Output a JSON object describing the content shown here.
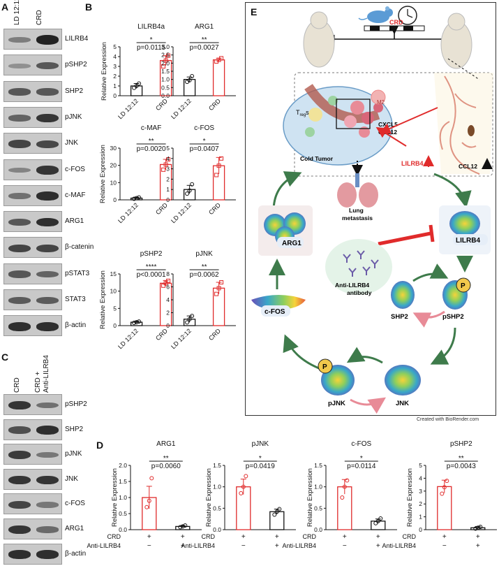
{
  "panel_labels": {
    "a": "A",
    "b": "B",
    "c": "C",
    "d": "D",
    "e": "E"
  },
  "panel_a": {
    "lanes": [
      "LD 12:12",
      "CRD"
    ],
    "blots": [
      {
        "label": "LILRB4",
        "lane1": 0.25,
        "lane2": 0.95
      },
      {
        "label": "pSHP2",
        "lane1": 0.1,
        "lane2": 0.55
      },
      {
        "label": "SHP2",
        "lane1": 0.55,
        "lane2": 0.55
      },
      {
        "label": "pJNK",
        "lane1": 0.45,
        "lane2": 0.8
      },
      {
        "label": "JNK",
        "lane1": 0.7,
        "lane2": 0.65
      },
      {
        "label": "c-FOS",
        "lane1": 0.2,
        "lane2": 0.8
      },
      {
        "label": "c-MAF",
        "lane1": 0.35,
        "lane2": 0.85
      },
      {
        "label": "ARG1",
        "lane1": 0.55,
        "lane2": 0.85
      },
      {
        "label": "β-catenin",
        "lane1": 0.7,
        "lane2": 0.7
      },
      {
        "label": "pSTAT3",
        "lane1": 0.55,
        "lane2": 0.45
      },
      {
        "label": "STAT3",
        "lane1": 0.5,
        "lane2": 0.5
      },
      {
        "label": "β-actin",
        "lane1": 0.85,
        "lane2": 0.85
      }
    ]
  },
  "panel_c": {
    "lanes": [
      "CRD",
      "CRD +",
      "Anti-LILRB4"
    ],
    "blots": [
      {
        "label": "pSHP2",
        "lane1": 0.8,
        "lane2": 0.35
      },
      {
        "label": "SHP2",
        "lane1": 0.6,
        "lane2": 0.85
      },
      {
        "label": "pJNK",
        "lane1": 0.75,
        "lane2": 0.3
      },
      {
        "label": "JNK",
        "lane1": 0.8,
        "lane2": 0.8
      },
      {
        "label": "c-FOS",
        "lane1": 0.7,
        "lane2": 0.3
      },
      {
        "label": "ARG1",
        "lane1": 0.8,
        "lane2": 0.4
      },
      {
        "label": "β-actin",
        "lane1": 0.85,
        "lane2": 0.85
      }
    ]
  },
  "axis": {
    "ylabel": "Relative Expression"
  },
  "chart_data": [
    {
      "type": "bar",
      "title": "LILRB4a",
      "categories": [
        "LD 12:12",
        "CRD"
      ],
      "values": [
        1.0,
        3.6
      ],
      "errors": [
        0.25,
        0.5
      ],
      "points": [
        [
          0.8,
          1.0,
          1.25
        ],
        [
          3.0,
          3.6,
          4.1
        ]
      ],
      "ylim": [
        0,
        5
      ],
      "yticks": [
        0,
        1,
        2,
        3,
        4,
        5
      ],
      "ylabel": "Relative Expression",
      "stars": "*",
      "pvalue": "p=0.0115"
    },
    {
      "type": "bar",
      "title": "ARG1",
      "categories": [
        "LD 12:12",
        "CRD"
      ],
      "values": [
        1.0,
        2.2
      ],
      "errors": [
        0.15,
        0.1
      ],
      "points": [
        [
          0.85,
          0.95,
          1.2
        ],
        [
          2.1,
          2.2,
          2.3
        ]
      ],
      "ylim": [
        0,
        3
      ],
      "yticks": [
        0,
        0.5,
        1.0,
        1.5,
        2.0,
        2.5,
        3.0
      ],
      "ylabel": "",
      "stars": "**",
      "pvalue": "p=0.0027"
    },
    {
      "type": "bar",
      "title": "c-MAF",
      "categories": [
        "LD 12:12",
        "CRD"
      ],
      "values": [
        1.0,
        20.5
      ],
      "errors": [
        0.5,
        3.0
      ],
      "points": [
        [
          0.6,
          1.0,
          1.4
        ],
        [
          17.5,
          20.5,
          23.5
        ]
      ],
      "ylim": [
        0,
        30
      ],
      "yticks": [
        0,
        10,
        20,
        30
      ],
      "ylabel": "Relative Expression",
      "stars": "**",
      "pvalue": "p=0.0020"
    },
    {
      "type": "bar",
      "title": "c-FOS",
      "categories": [
        "LD 12:12",
        "CRD"
      ],
      "values": [
        1.0,
        3.3
      ],
      "errors": [
        0.4,
        0.8
      ],
      "points": [
        [
          0.6,
          0.9,
          1.5
        ],
        [
          2.4,
          3.3,
          4.0
        ]
      ],
      "ylim": [
        0,
        5
      ],
      "yticks": [
        0,
        1,
        2,
        3,
        4,
        5
      ],
      "ylabel": "",
      "stars": "*",
      "pvalue": "p=0.0407"
    },
    {
      "type": "bar",
      "title": "pSHP2",
      "categories": [
        "LD 12:12",
        "CRD"
      ],
      "values": [
        1.0,
        12.3
      ],
      "errors": [
        0.3,
        0.8
      ],
      "points": [
        [
          0.8,
          1.0,
          1.2
        ],
        [
          11.6,
          12.3,
          13.0
        ]
      ],
      "ylim": [
        0,
        15
      ],
      "yticks": [
        0,
        5,
        10,
        15
      ],
      "ylabel": "Relative Expression",
      "stars": "****",
      "pvalue": "p<0.0001"
    },
    {
      "type": "bar",
      "title": "pJNK",
      "categories": [
        "LD 12:12",
        "CRD"
      ],
      "values": [
        1.0,
        5.8
      ],
      "errors": [
        0.5,
        0.9
      ],
      "points": [
        [
          0.5,
          1.0,
          1.5
        ],
        [
          4.9,
          5.8,
          6.7
        ]
      ],
      "ylim": [
        0,
        8
      ],
      "yticks": [
        0,
        2,
        4,
        6,
        8
      ],
      "ylabel": "",
      "stars": "**",
      "pvalue": "p=0.0062"
    },
    {
      "type": "bar",
      "title": "ARG1",
      "categories": [
        "+ −",
        "+ +"
      ],
      "values": [
        1.0,
        0.1
      ],
      "errors": [
        0.35,
        0.03
      ],
      "points": [
        [
          0.7,
          0.9,
          1.6
        ],
        [
          0.08,
          0.1,
          0.13
        ]
      ],
      "ylim": [
        0,
        2.0
      ],
      "yticks": [
        0,
        0.5,
        1.0,
        1.5,
        2.0
      ],
      "ylabel": "Relative Expression",
      "stars": "**",
      "pvalue": "p=0.0060"
    },
    {
      "type": "bar",
      "title": "pJNK",
      "categories": [
        "+ −",
        "+ +"
      ],
      "values": [
        1.0,
        0.42
      ],
      "errors": [
        0.18,
        0.06
      ],
      "points": [
        [
          0.85,
          1.0,
          1.25
        ],
        [
          0.35,
          0.42,
          0.48
        ]
      ],
      "ylim": [
        0,
        1.5
      ],
      "yticks": [
        0,
        0.5,
        1.0,
        1.5
      ],
      "ylabel": "Relative Expression",
      "stars": "*",
      "pvalue": "p=0.0419"
    },
    {
      "type": "bar",
      "title": "c-FOS",
      "categories": [
        "+ −",
        "+ +"
      ],
      "values": [
        1.0,
        0.2
      ],
      "errors": [
        0.17,
        0.05
      ],
      "points": [
        [
          0.75,
          1.0,
          1.15
        ],
        [
          0.15,
          0.2,
          0.26
        ]
      ],
      "ylim": [
        0,
        1.5
      ],
      "yticks": [
        0,
        0.5,
        1.0,
        1.5
      ],
      "ylabel": "Relative Expression",
      "stars": "*",
      "pvalue": "p=0.0114"
    },
    {
      "type": "bar",
      "title": "pSHP2",
      "categories": [
        "+ −",
        "+ +"
      ],
      "values": [
        3.35,
        0.15
      ],
      "errors": [
        0.5,
        0.1
      ],
      "points": [
        [
          2.8,
          3.3,
          3.8
        ],
        [
          0.08,
          0.15,
          0.22
        ]
      ],
      "ylim": [
        0,
        5
      ],
      "yticks": [
        0,
        1,
        2,
        3,
        4,
        5
      ],
      "ylabel": "Relative Expression",
      "stars": "**",
      "pvalue": "p=0.0043"
    }
  ],
  "panel_d_rows": {
    "row1": "CRD",
    "row2": "Anti-LILRB4",
    "row1_vals": [
      "+",
      "+"
    ],
    "row2_vals": [
      "−",
      "+"
    ]
  },
  "panel_e": {
    "crd_label": "CRD",
    "cold_tumor": "Cold Tumor",
    "treg": "T",
    "treg_sub": "reg",
    "treg_suffix": "s",
    "m2": "M2",
    "cxcl5": "CXCL5",
    "ccl12": "CCL12",
    "ccl12_right": "CCL12",
    "lilrb4_mid": "LILRB4",
    "lung": "Lung",
    "metastasis": "metastasis",
    "arg1": "ARG1",
    "lilrb4": "LILRB4",
    "antibody": "Anti-LILRB4",
    "antibody2": "antibody",
    "cfos": "c-FOS",
    "shp2": "SHP2",
    "pshp2": "pSHP2",
    "pjnk": "pJNK",
    "jnk": "JNK",
    "p": "P",
    "credit": "Created with BioRender.com",
    "colors": {
      "green": "#3e7b4b",
      "red": "#e02b2b",
      "pink": "#e88b97",
      "yellow": "#f2c94c"
    }
  }
}
